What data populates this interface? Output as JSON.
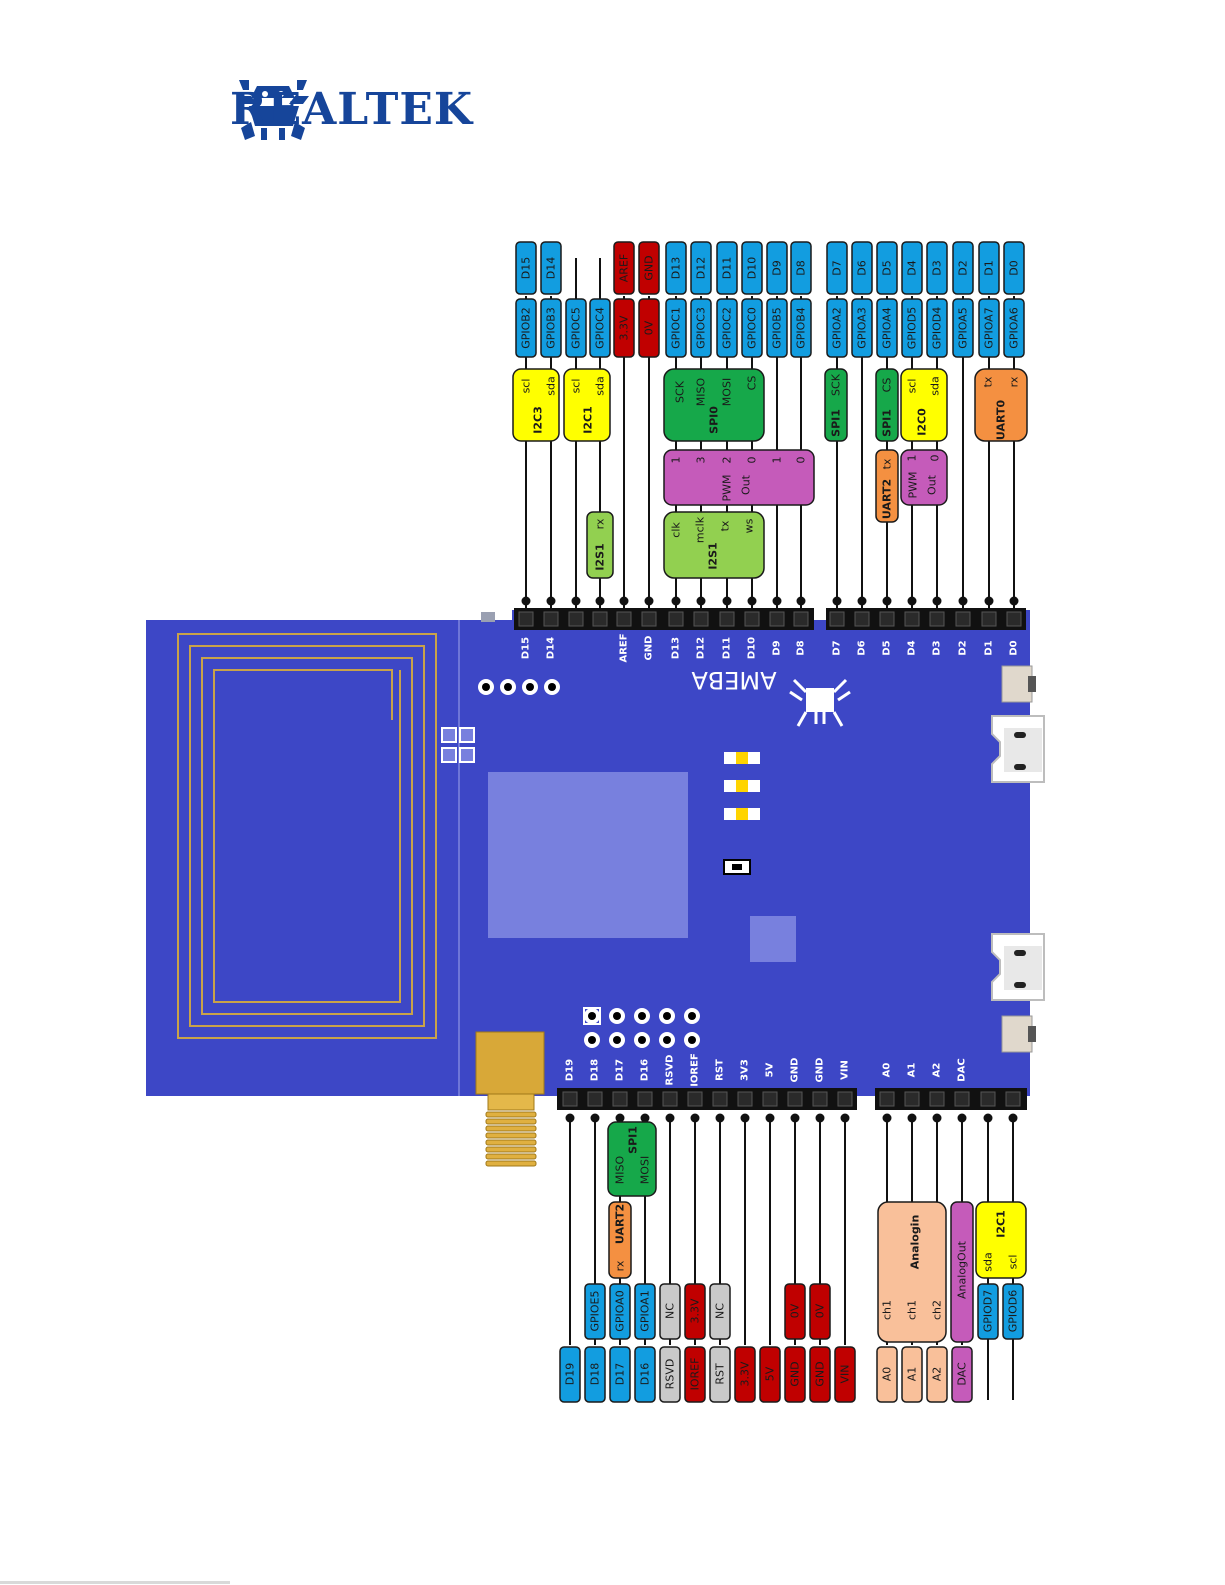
{
  "brand": {
    "name": "REALTEK",
    "logo_icon": "realtek-crab-icon",
    "color": "#16459a"
  },
  "board": {
    "name": "AMEBA",
    "color": "#3d47c6",
    "logo_icon": "realtek-crab-icon"
  },
  "colors": {
    "blue": "#129de0",
    "red": "#c00000",
    "yellow": "#ffff00",
    "green": "#16a84a",
    "lightgreen": "#92d050",
    "pink": "#c55bba",
    "orange": "#f49041",
    "peach": "#f9c09a",
    "gray": "#c9c9c9"
  },
  "top_pins": [
    {
      "pin": "D15",
      "gpio": "GPIOB2"
    },
    {
      "pin": "D14",
      "gpio": "GPIOB3"
    },
    {
      "pin": "",
      "gpio": "GPIOC5"
    },
    {
      "pin": "",
      "gpio": "GPIOC4"
    },
    {
      "pin": "AREF",
      "gpio": "3.3V"
    },
    {
      "pin": "GND",
      "gpio": "0V"
    },
    {
      "pin": "D13",
      "gpio": "GPIOC1"
    },
    {
      "pin": "D12",
      "gpio": "GPIOC3"
    },
    {
      "pin": "D11",
      "gpio": "GPIOC2"
    },
    {
      "pin": "D10",
      "gpio": "GPIOC0"
    },
    {
      "pin": "D9",
      "gpio": "GPIOB5"
    },
    {
      "pin": "D8",
      "gpio": "GPIOB4"
    },
    {
      "pin": "D7",
      "gpio": "GPIOA2"
    },
    {
      "pin": "D6",
      "gpio": "GPIOA3"
    },
    {
      "pin": "D5",
      "gpio": "GPIOA4"
    },
    {
      "pin": "D4",
      "gpio": "GPIOD5"
    },
    {
      "pin": "D3",
      "gpio": "GPIOD4"
    },
    {
      "pin": "D2",
      "gpio": "GPIOA5"
    },
    {
      "pin": "D1",
      "gpio": "GPIOA7"
    },
    {
      "pin": "D0",
      "gpio": "GPIOA6"
    }
  ],
  "top_header_labels": [
    "D15",
    "D14",
    "",
    "",
    "AREF",
    "GND",
    "D13",
    "D12",
    "D11",
    "D10",
    "D9",
    "D8",
    "D7",
    "D6",
    "D5",
    "D4",
    "D3",
    "D2",
    "D1",
    "D0"
  ],
  "top_groups": {
    "i2c3": {
      "title": "I2C3",
      "a": "scl",
      "b": "sda"
    },
    "i2c1": {
      "title": "I2C1",
      "a": "scl",
      "b": "sda"
    },
    "i2s1_rx": {
      "title": "I2S1",
      "a": "rx"
    },
    "spi0": {
      "title": "SPI0",
      "a": "SCK",
      "b": "MISO",
      "c": "MOSI",
      "d": "CS"
    },
    "pwm_main": {
      "title": "PWM",
      "sub": "Out",
      "n": [
        "1",
        "3",
        "2",
        "0",
        "1",
        "0"
      ]
    },
    "i2s1": {
      "title": "I2S1",
      "a": "clk",
      "b": "mclk",
      "c": "tx",
      "d": "ws"
    },
    "spi1_sck": {
      "title": "SPI1",
      "a": "SCK"
    },
    "spi1_cs": {
      "title": "SPI1",
      "a": "CS"
    },
    "uart2_tx": {
      "title": "UART2",
      "a": "tx"
    },
    "pwm_small": {
      "title": "PWM",
      "sub": "Out",
      "n": [
        "1",
        "0"
      ]
    },
    "i2c0": {
      "title": "I2C0",
      "a": "scl",
      "b": "sda"
    },
    "uart0": {
      "title": "UART0",
      "a": "tx",
      "b": "rx"
    }
  },
  "bottom_header_labels": [
    "D19",
    "D18",
    "D17",
    "D16",
    "RSVD",
    "IOREF",
    "RST",
    "3V3",
    "5V",
    "GND",
    "GND",
    "VIN",
    "A0",
    "A1",
    "A2",
    "DAC",
    "",
    ""
  ],
  "bottom_pins": [
    {
      "pin": "D19",
      "mid": ""
    },
    {
      "pin": "D18",
      "mid": "GPIOE5"
    },
    {
      "pin": "D17",
      "mid": "GPIOA0"
    },
    {
      "pin": "D16",
      "mid": "GPIOA1"
    },
    {
      "pin": "RSVD",
      "mid": "NC"
    },
    {
      "pin": "IOREF",
      "mid": "3.3V"
    },
    {
      "pin": "RST",
      "mid": "NC"
    },
    {
      "pin": "3.3V",
      "mid": ""
    },
    {
      "pin": "5V",
      "mid": ""
    },
    {
      "pin": "GND",
      "mid": "0V"
    },
    {
      "pin": "GND",
      "mid": "0V"
    },
    {
      "pin": "VIN",
      "mid": ""
    },
    {
      "pin": "A0",
      "mid": ""
    },
    {
      "pin": "A1",
      "mid": ""
    },
    {
      "pin": "A2",
      "mid": ""
    },
    {
      "pin": "DAC",
      "mid": ""
    },
    {
      "pin": "",
      "mid": "GPIOD7"
    },
    {
      "pin": "",
      "mid": "GPIOD6"
    }
  ],
  "bottom_groups": {
    "spi1": {
      "title": "SPI1",
      "a": "MISO",
      "b": "MOSI"
    },
    "uart2_rx": {
      "title": "UART2",
      "a": "rx"
    },
    "analogin": {
      "title": "Analogin",
      "a": "ch1",
      "b": "ch1",
      "c": "ch2"
    },
    "analogout": {
      "title": "AnalogOut"
    },
    "i2c1": {
      "title": "I2C1",
      "a": "sda",
      "b": "scl"
    }
  }
}
